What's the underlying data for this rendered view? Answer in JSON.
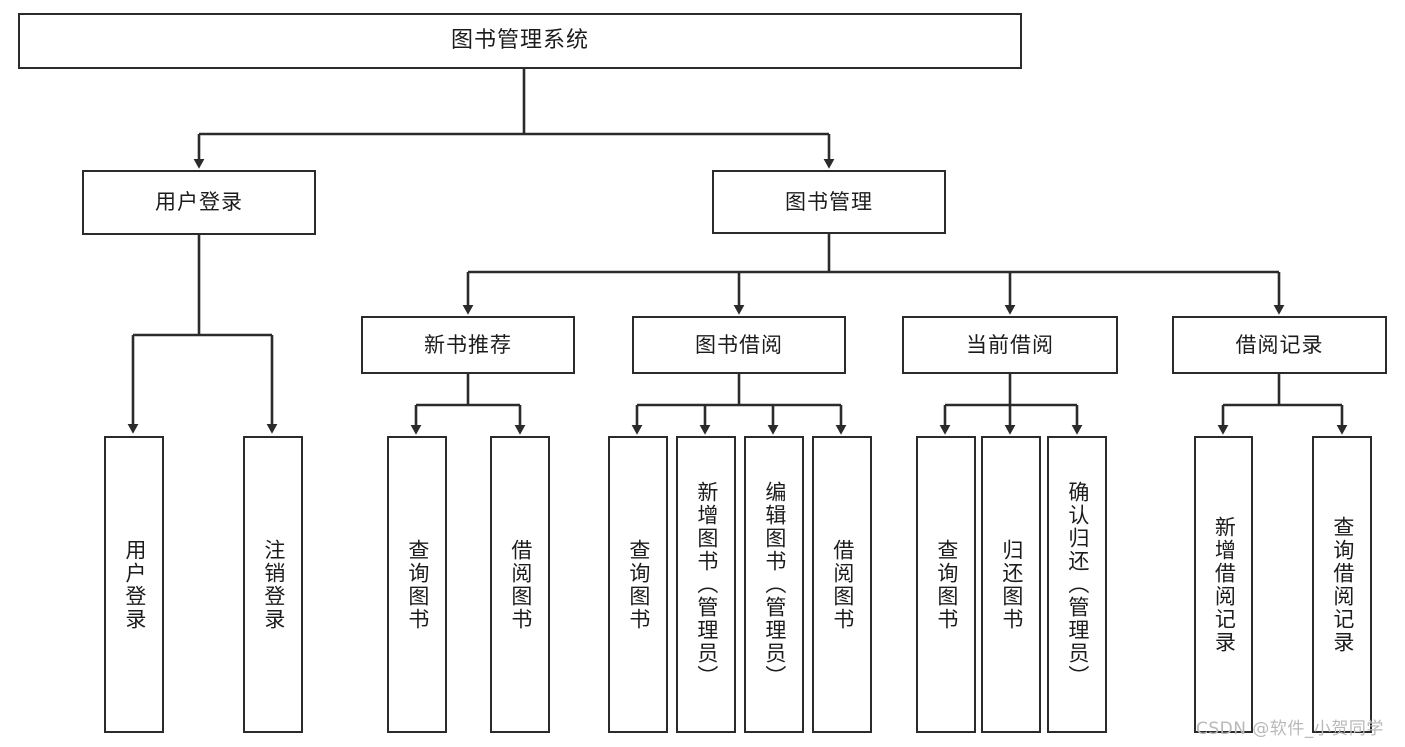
{
  "diagram": {
    "title": "图书管理系统",
    "type": "tree-hierarchy",
    "watermark": "CSDN @软件_小贺同学",
    "colors": {
      "box_border": "#2b2b2b",
      "box_fill": "#ffffff",
      "connector": "#2b2b2b",
      "text": "#1c1c1c",
      "watermark": "#b9b9b9",
      "background": "#ffffff"
    },
    "root": {
      "label": "图书管理系统"
    },
    "level2": [
      {
        "label": "用户登录"
      },
      {
        "label": "图书管理"
      }
    ],
    "level3": [
      {
        "label": "新书推荐"
      },
      {
        "label": "图书借阅"
      },
      {
        "label": "当前借阅"
      },
      {
        "label": "借阅记录"
      }
    ],
    "leaves": {
      "user_login": [
        {
          "label": "用户登录"
        },
        {
          "label": "注销登录"
        }
      ],
      "new_book": [
        {
          "label": "查询图书"
        },
        {
          "label": "借阅图书"
        }
      ],
      "book_borrow": [
        {
          "label": "查询图书"
        },
        {
          "label": "新增图书（管理员）"
        },
        {
          "label": "编辑图书（管理员）"
        },
        {
          "label": "借阅图书"
        }
      ],
      "current_borrow": [
        {
          "label": "查询图书"
        },
        {
          "label": "归还图书"
        },
        {
          "label": "确认归还（管理员）"
        }
      ],
      "borrow_record": [
        {
          "label": "新增借阅记录"
        },
        {
          "label": "查询借阅记录"
        }
      ]
    }
  }
}
